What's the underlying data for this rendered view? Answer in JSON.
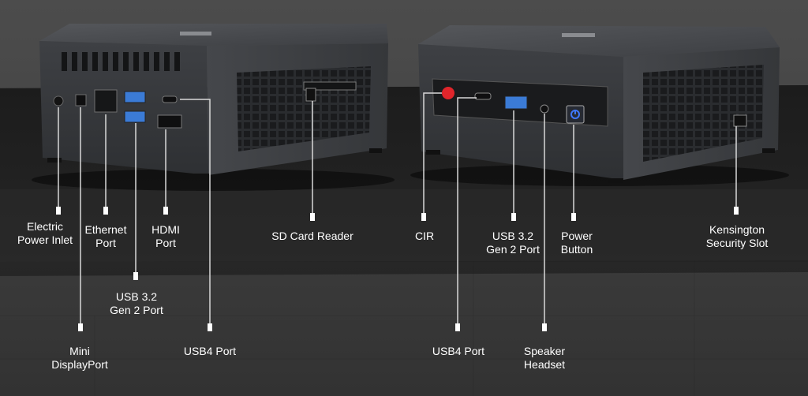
{
  "colors": {
    "wall": "#3a3a3a",
    "shelf": "#1f1f1f",
    "device_body": "#3b3d40",
    "device_top": "#4a4c50",
    "label_text": "#ffffff",
    "callout_line": "#d8d8d8",
    "usb_blue": "#3b7bd6",
    "cir_red": "#e0252b",
    "power_blue": "#3f78ff"
  },
  "labels": {
    "electric_power_inlet": {
      "line1": "Electric",
      "line2": "Power Inlet"
    },
    "mini_displayport": {
      "line1": "Mini",
      "line2": "DisplayPort"
    },
    "ethernet_port": {
      "line1": "Ethernet",
      "line2": "Port"
    },
    "usb32_left": {
      "line1": "USB 3.2",
      "line2": "Gen 2 Port"
    },
    "hdmi_port": {
      "line1": "HDMI",
      "line2": "Port"
    },
    "usb4_left": {
      "line1": "USB4 Port"
    },
    "sd_card_reader": {
      "line1": "SD Card Reader"
    },
    "cir": {
      "line1": "CIR"
    },
    "usb4_right": {
      "line1": "USB4 Port"
    },
    "usb32_right": {
      "line1": "USB 3.2",
      "line2": "Gen 2 Port"
    },
    "speaker_headset": {
      "line1": "Speaker",
      "line2": "Headset"
    },
    "power_button": {
      "line1": "Power",
      "line2": "Button"
    },
    "kensington_slot": {
      "line1": "Kensington",
      "line2": "Security Slot"
    }
  }
}
